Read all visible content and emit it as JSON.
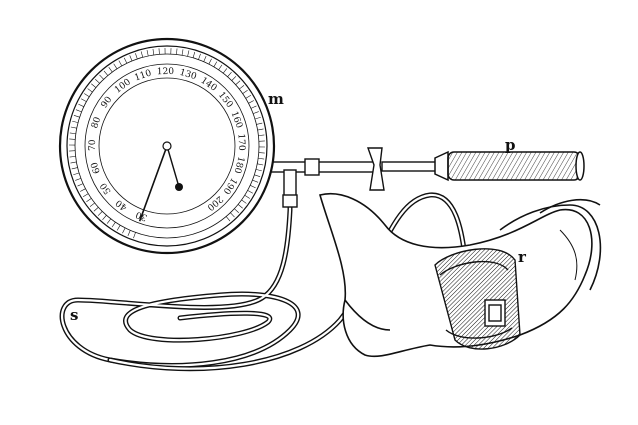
{
  "colors": {
    "ink": "#111111",
    "paper": "#ffffff"
  },
  "gauge": {
    "scale_numbers": [
      "30",
      "40",
      "50",
      "60",
      "70",
      "80",
      "90",
      "100",
      "110",
      "120",
      "130",
      "140",
      "150",
      "160",
      "170",
      "180",
      "190",
      "200"
    ],
    "needle_reading": 30
  },
  "labels": {
    "manometer": "m",
    "pump": "p",
    "cuff": "r",
    "tube": "s"
  }
}
